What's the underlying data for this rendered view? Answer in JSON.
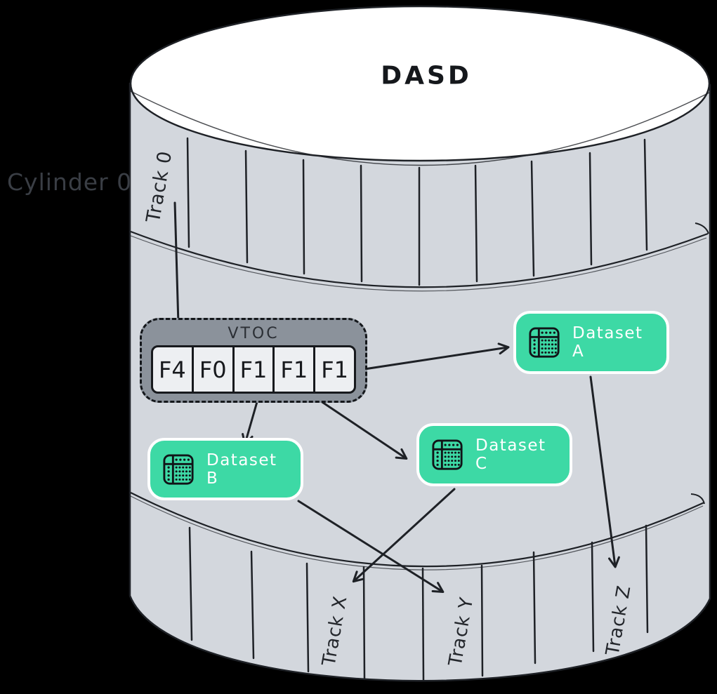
{
  "device_title": "DASD",
  "cylinder_label": "Cylinder 0",
  "vtoc": {
    "title": "VTOC",
    "entries": [
      "F4",
      "F0",
      "F1",
      "F1",
      "F1"
    ]
  },
  "datasets": [
    {
      "label": "Dataset A"
    },
    {
      "label": "Dataset B"
    },
    {
      "label": "Dataset C"
    }
  ],
  "tracks": {
    "track0": "Track 0",
    "trackX": "Track X",
    "trackY": "Track Y",
    "trackZ": "Track Z"
  },
  "icons": {
    "dataset_icon": "table-icon"
  },
  "colors": {
    "background": "#000000",
    "cylinder-fill": "#d3d7dd",
    "ellipse-fill": "#ffffff",
    "outline": "#1e2126",
    "vtoc-fill": "#8b929b",
    "vtoc-cell-fill": "#edeff2",
    "dataset-fill": "#3dd9a5",
    "dataset-text": "#ffffff",
    "ink": "#17191d",
    "label-muted": "#3a3e45"
  }
}
